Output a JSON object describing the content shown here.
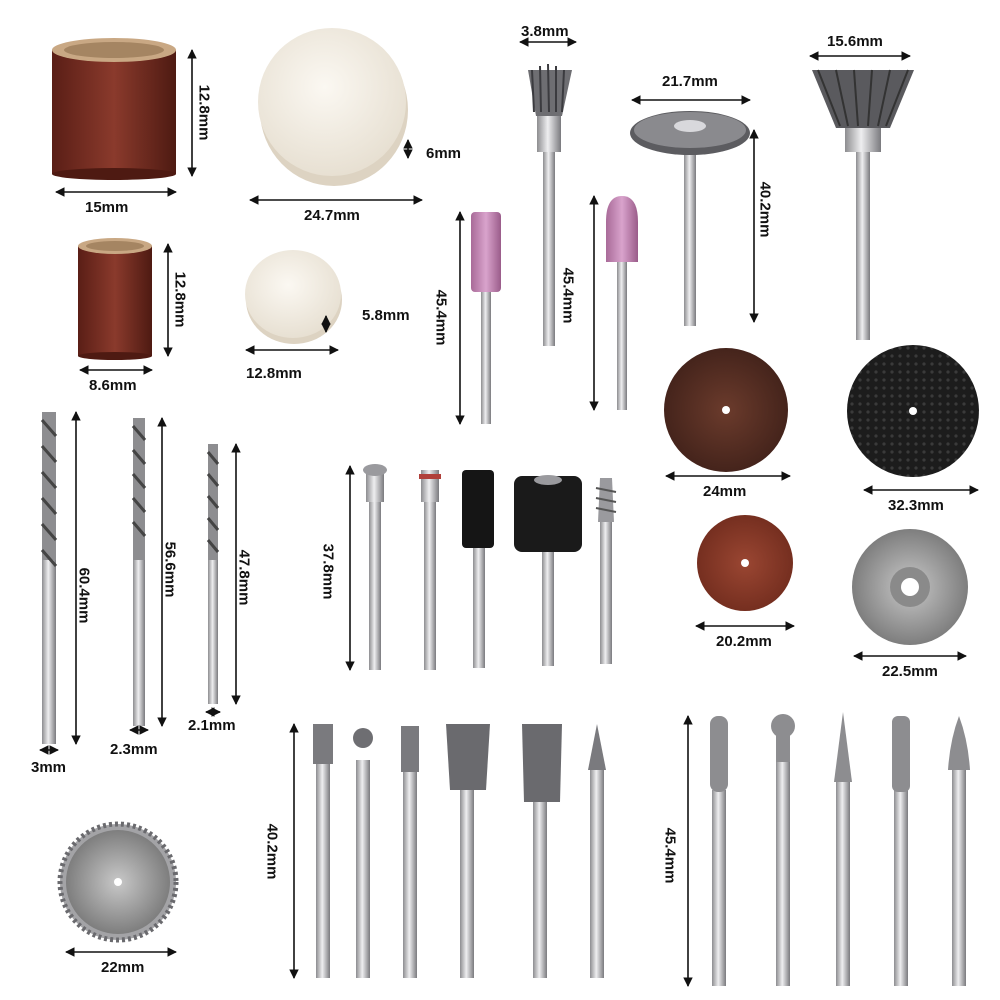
{
  "colors": {
    "sanding": "#7a2e22",
    "felt": "#f1ebe0",
    "stone": "#c88ab8",
    "steel": "#c9c9cc",
    "brass": "#b08a5a",
    "dim": "#111111"
  },
  "labels": {
    "band_large_w": "15mm",
    "band_large_h": "12.8mm",
    "band_small_w": "8.6mm",
    "band_small_h": "12.8mm",
    "felt_large_d": "24.7mm",
    "felt_large_t": "6mm",
    "felt_small_d": "12.8mm",
    "felt_small_t": "5.8mm",
    "stone_cyl_len": "45.4mm",
    "stone_cone_len": "45.4mm",
    "brush_end_d": "3.8mm",
    "brush_wheel_d": "21.7mm",
    "brush_wheel_len": "40.2mm",
    "brush_cup_d": "15.6mm",
    "disc_brown_d": "24mm",
    "disc_black_d": "32.3mm",
    "disc_red_d": "20.2mm",
    "disc_diamond_d": "22.5mm",
    "drill1_len": "60.4mm",
    "drill1_d": "3mm",
    "drill2_len": "56.6mm",
    "drill2_d": "2.3mm",
    "drill3_len": "47.8mm",
    "drill3_d": "2.1mm",
    "mandrel_len": "37.8mm",
    "saw_d": "22mm",
    "router_len": "40.2mm",
    "diamond_bit_len": "45.4mm"
  }
}
